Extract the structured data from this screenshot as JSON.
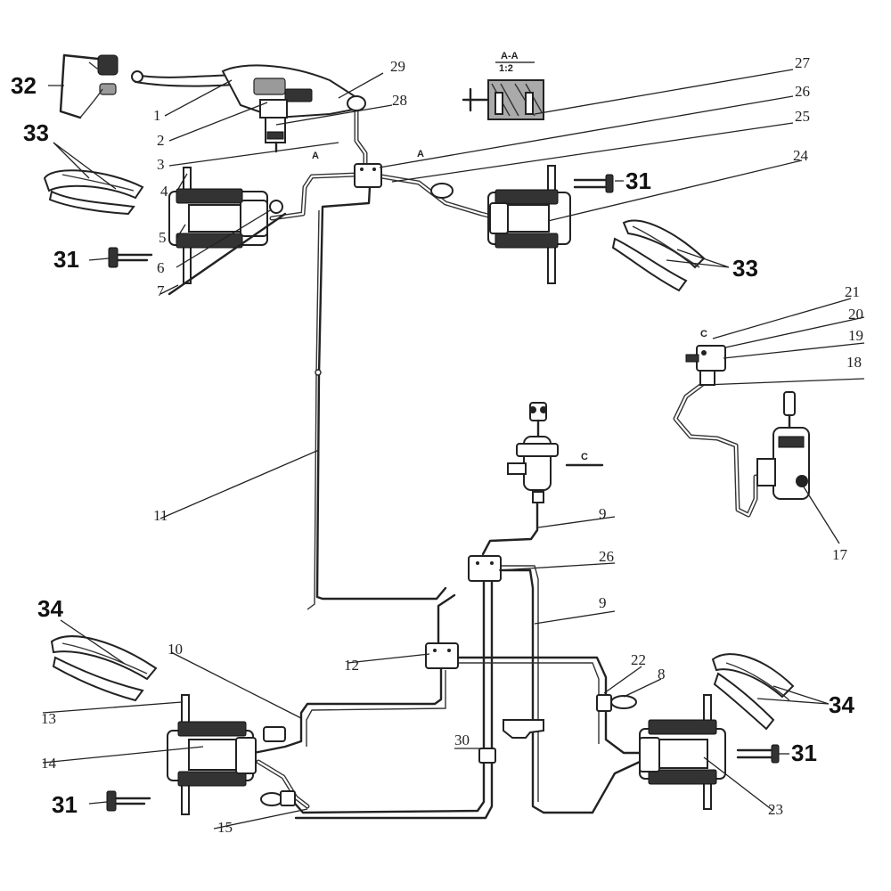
{
  "callouts": {
    "n1": "1",
    "n2": "2",
    "n3": "3",
    "n4": "4",
    "n5": "5",
    "n6": "6",
    "n7": "7",
    "n8": "8",
    "n9": "9",
    "n9b": "9",
    "n10": "10",
    "n11": "11",
    "n12": "12",
    "n13": "13",
    "n14": "14",
    "n15": "15",
    "n17": "17",
    "n18": "18",
    "n19": "19",
    "n20": "20",
    "n21": "21",
    "n22": "22",
    "n23": "23",
    "n24": "24",
    "n25": "25",
    "n26a": "26",
    "n26b": "26",
    "n27": "27",
    "n28": "28",
    "n29": "29",
    "n30": "30",
    "n31a": "31",
    "n31b": "31",
    "n31c": "31",
    "n31d": "31",
    "n32": "32",
    "n33a": "33",
    "n33b": "33",
    "n34a": "34",
    "n34b": "34"
  },
  "section_marks": {
    "aa": "A-A",
    "ratio": "1:2",
    "a_left": "A",
    "a_right": "A",
    "c_label": "C",
    "c_detail": "C"
  },
  "colors": {
    "line": "#222222",
    "background": "#ffffff"
  }
}
